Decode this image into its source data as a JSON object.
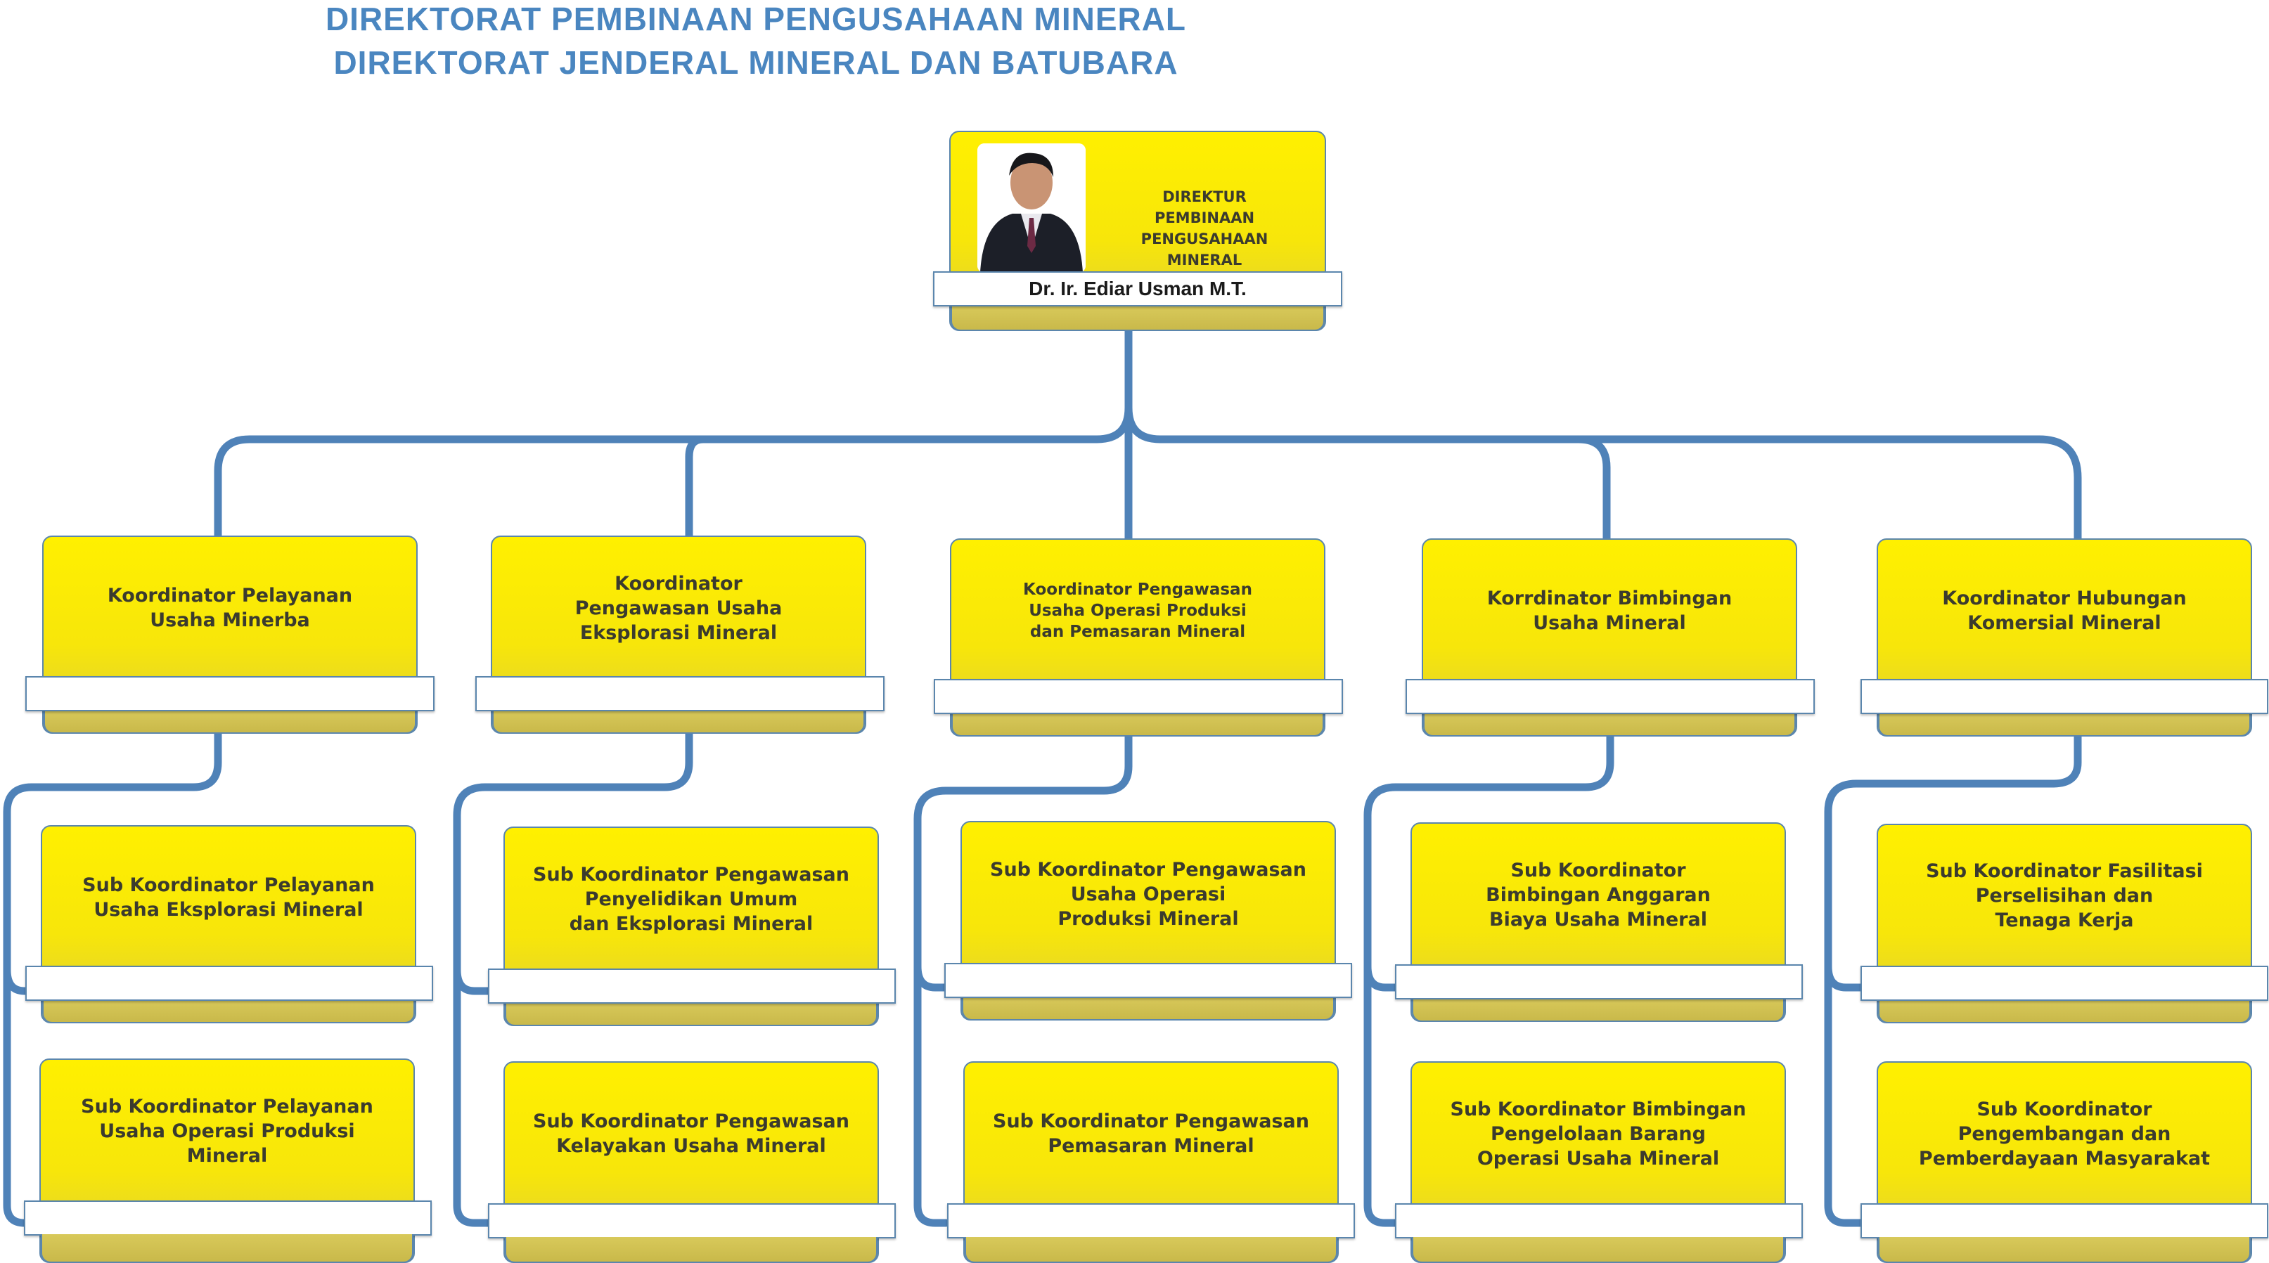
{
  "header": {
    "title_line1": "DIREKTORAT PEMBINAAN PENGUSAHAAN MINERAL",
    "title_line2": "DIREKTORAT JENDERAL MINERAL DAN BATUBARA"
  },
  "director": {
    "position": "DIREKTUR\nPEMBINAAN PENGUSAHAAN\nMINERAL",
    "name": "Dr. Ir. Ediar Usman M.T."
  },
  "coordinators": [
    {
      "label": "Koordinator Pelayanan\nUsaha Minerba"
    },
    {
      "label": "Koordinator\nPengawasan Usaha\nEksplorasi Mineral"
    },
    {
      "label": "Koordinator Pengawasan\nUsaha Operasi Produksi\ndan Pemasaran Mineral"
    },
    {
      "label": "Korrdinator Bimbingan\nUsaha Mineral"
    },
    {
      "label": "Koordinator Hubungan\nKomersial Mineral"
    }
  ],
  "sub_coordinators": [
    [
      {
        "label": "Sub Koordinator Pelayanan\nUsaha Eksplorasi Mineral"
      },
      {
        "label": "Sub Koordinator Pelayanan\nUsaha Operasi Produksi\nMineral"
      }
    ],
    [
      {
        "label": "Sub Koordinator Pengawasan\nPenyelidikan Umum\ndan Eksplorasi Mineral"
      },
      {
        "label": "Sub Koordinator Pengawasan\nKelayakan Usaha Mineral"
      }
    ],
    [
      {
        "label": "Sub Koordinator Pengawasan\nUsaha Operasi\nProduksi Mineral"
      },
      {
        "label": "Sub Koordinator Pengawasan\nPemasaran Mineral"
      }
    ],
    [
      {
        "label": "Sub Koordinator\nBimbingan Anggaran\nBiaya Usaha Mineral"
      },
      {
        "label": "Sub Koordinator Bimbingan\nPengelolaan Barang\nOperasi Usaha Mineral"
      }
    ],
    [
      {
        "label": "Sub Koordinator Fasilitasi\nPerselisihan dan\nTenaga Kerja"
      },
      {
        "label": "Sub Koordinator\nPengembangan dan\nPemberdayaan Masyarakat"
      }
    ]
  ],
  "colors": {
    "title": "#4a86c0",
    "connector": "#4f82b8",
    "box_fill": "#fff000",
    "box_border": "#5b86ad"
  }
}
